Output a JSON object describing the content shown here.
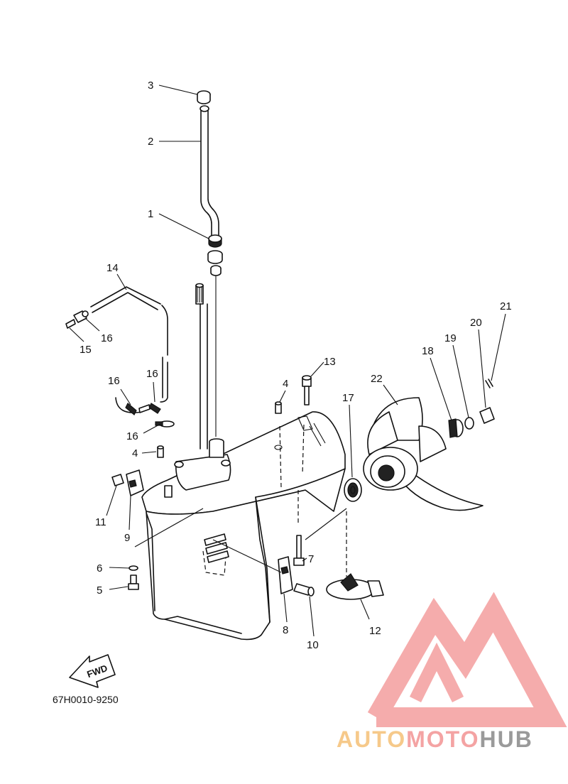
{
  "figure_code": "67H0010-9250",
  "fwd_label": "FWD",
  "watermark": {
    "parts": [
      "AUTO",
      "MOTO",
      "HUB"
    ],
    "colors": {
      "auto": "#f6c98a",
      "moto": "#f4a3a3",
      "hub": "#9a9a9a"
    }
  },
  "callouts": [
    {
      "id": "c3",
      "text": "3"
    },
    {
      "id": "c2",
      "text": "2"
    },
    {
      "id": "c1",
      "text": "1"
    },
    {
      "id": "c14",
      "text": "14"
    },
    {
      "id": "c16a",
      "text": "16"
    },
    {
      "id": "c15",
      "text": "15"
    },
    {
      "id": "c16b",
      "text": "16"
    },
    {
      "id": "c16c",
      "text": "16"
    },
    {
      "id": "c16d",
      "text": "16"
    },
    {
      "id": "c4a",
      "text": "4"
    },
    {
      "id": "c4b",
      "text": "4"
    },
    {
      "id": "c13",
      "text": "13"
    },
    {
      "id": "c17",
      "text": "17"
    },
    {
      "id": "c22",
      "text": "22"
    },
    {
      "id": "c18",
      "text": "18"
    },
    {
      "id": "c19",
      "text": "19"
    },
    {
      "id": "c20",
      "text": "20"
    },
    {
      "id": "c21",
      "text": "21"
    },
    {
      "id": "c11",
      "text": "11"
    },
    {
      "id": "c9",
      "text": "9"
    },
    {
      "id": "c7",
      "text": "7"
    },
    {
      "id": "c6",
      "text": "6"
    },
    {
      "id": "c5",
      "text": "5"
    },
    {
      "id": "c8",
      "text": "8"
    },
    {
      "id": "c10",
      "text": "10"
    },
    {
      "id": "c12",
      "text": "12"
    }
  ]
}
